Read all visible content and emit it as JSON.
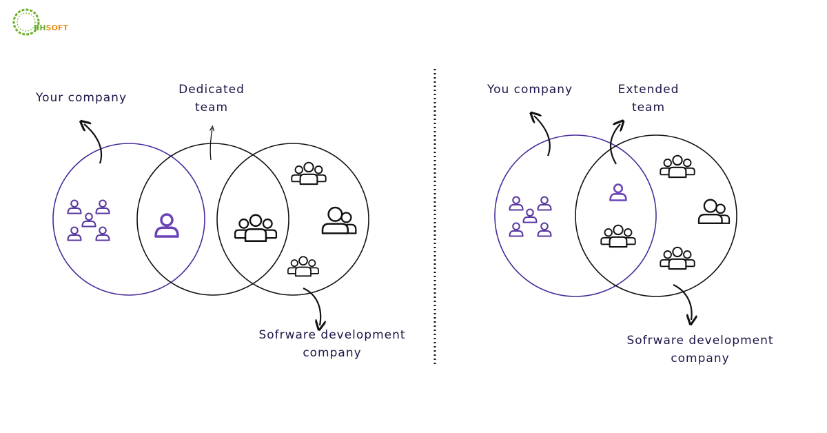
{
  "logo": {
    "part1": "BH",
    "part2": "SOFT",
    "color1": "#6cae2c",
    "color2": "#e8921e"
  },
  "colors": {
    "purple": "#5b3aa0",
    "dark": "#111111",
    "text": "#1f1446"
  },
  "left": {
    "client_label": "Your company",
    "team_label_line1": "Dedicated",
    "team_label_line2": "team",
    "vendor_label_line1": "Sofrware development",
    "vendor_label_line2": "company"
  },
  "right": {
    "client_label": "You company",
    "team_label_line1": "Extended",
    "team_label_line2": "team",
    "vendor_label_line1": "Sofrware development",
    "vendor_label_line2": "company"
  }
}
